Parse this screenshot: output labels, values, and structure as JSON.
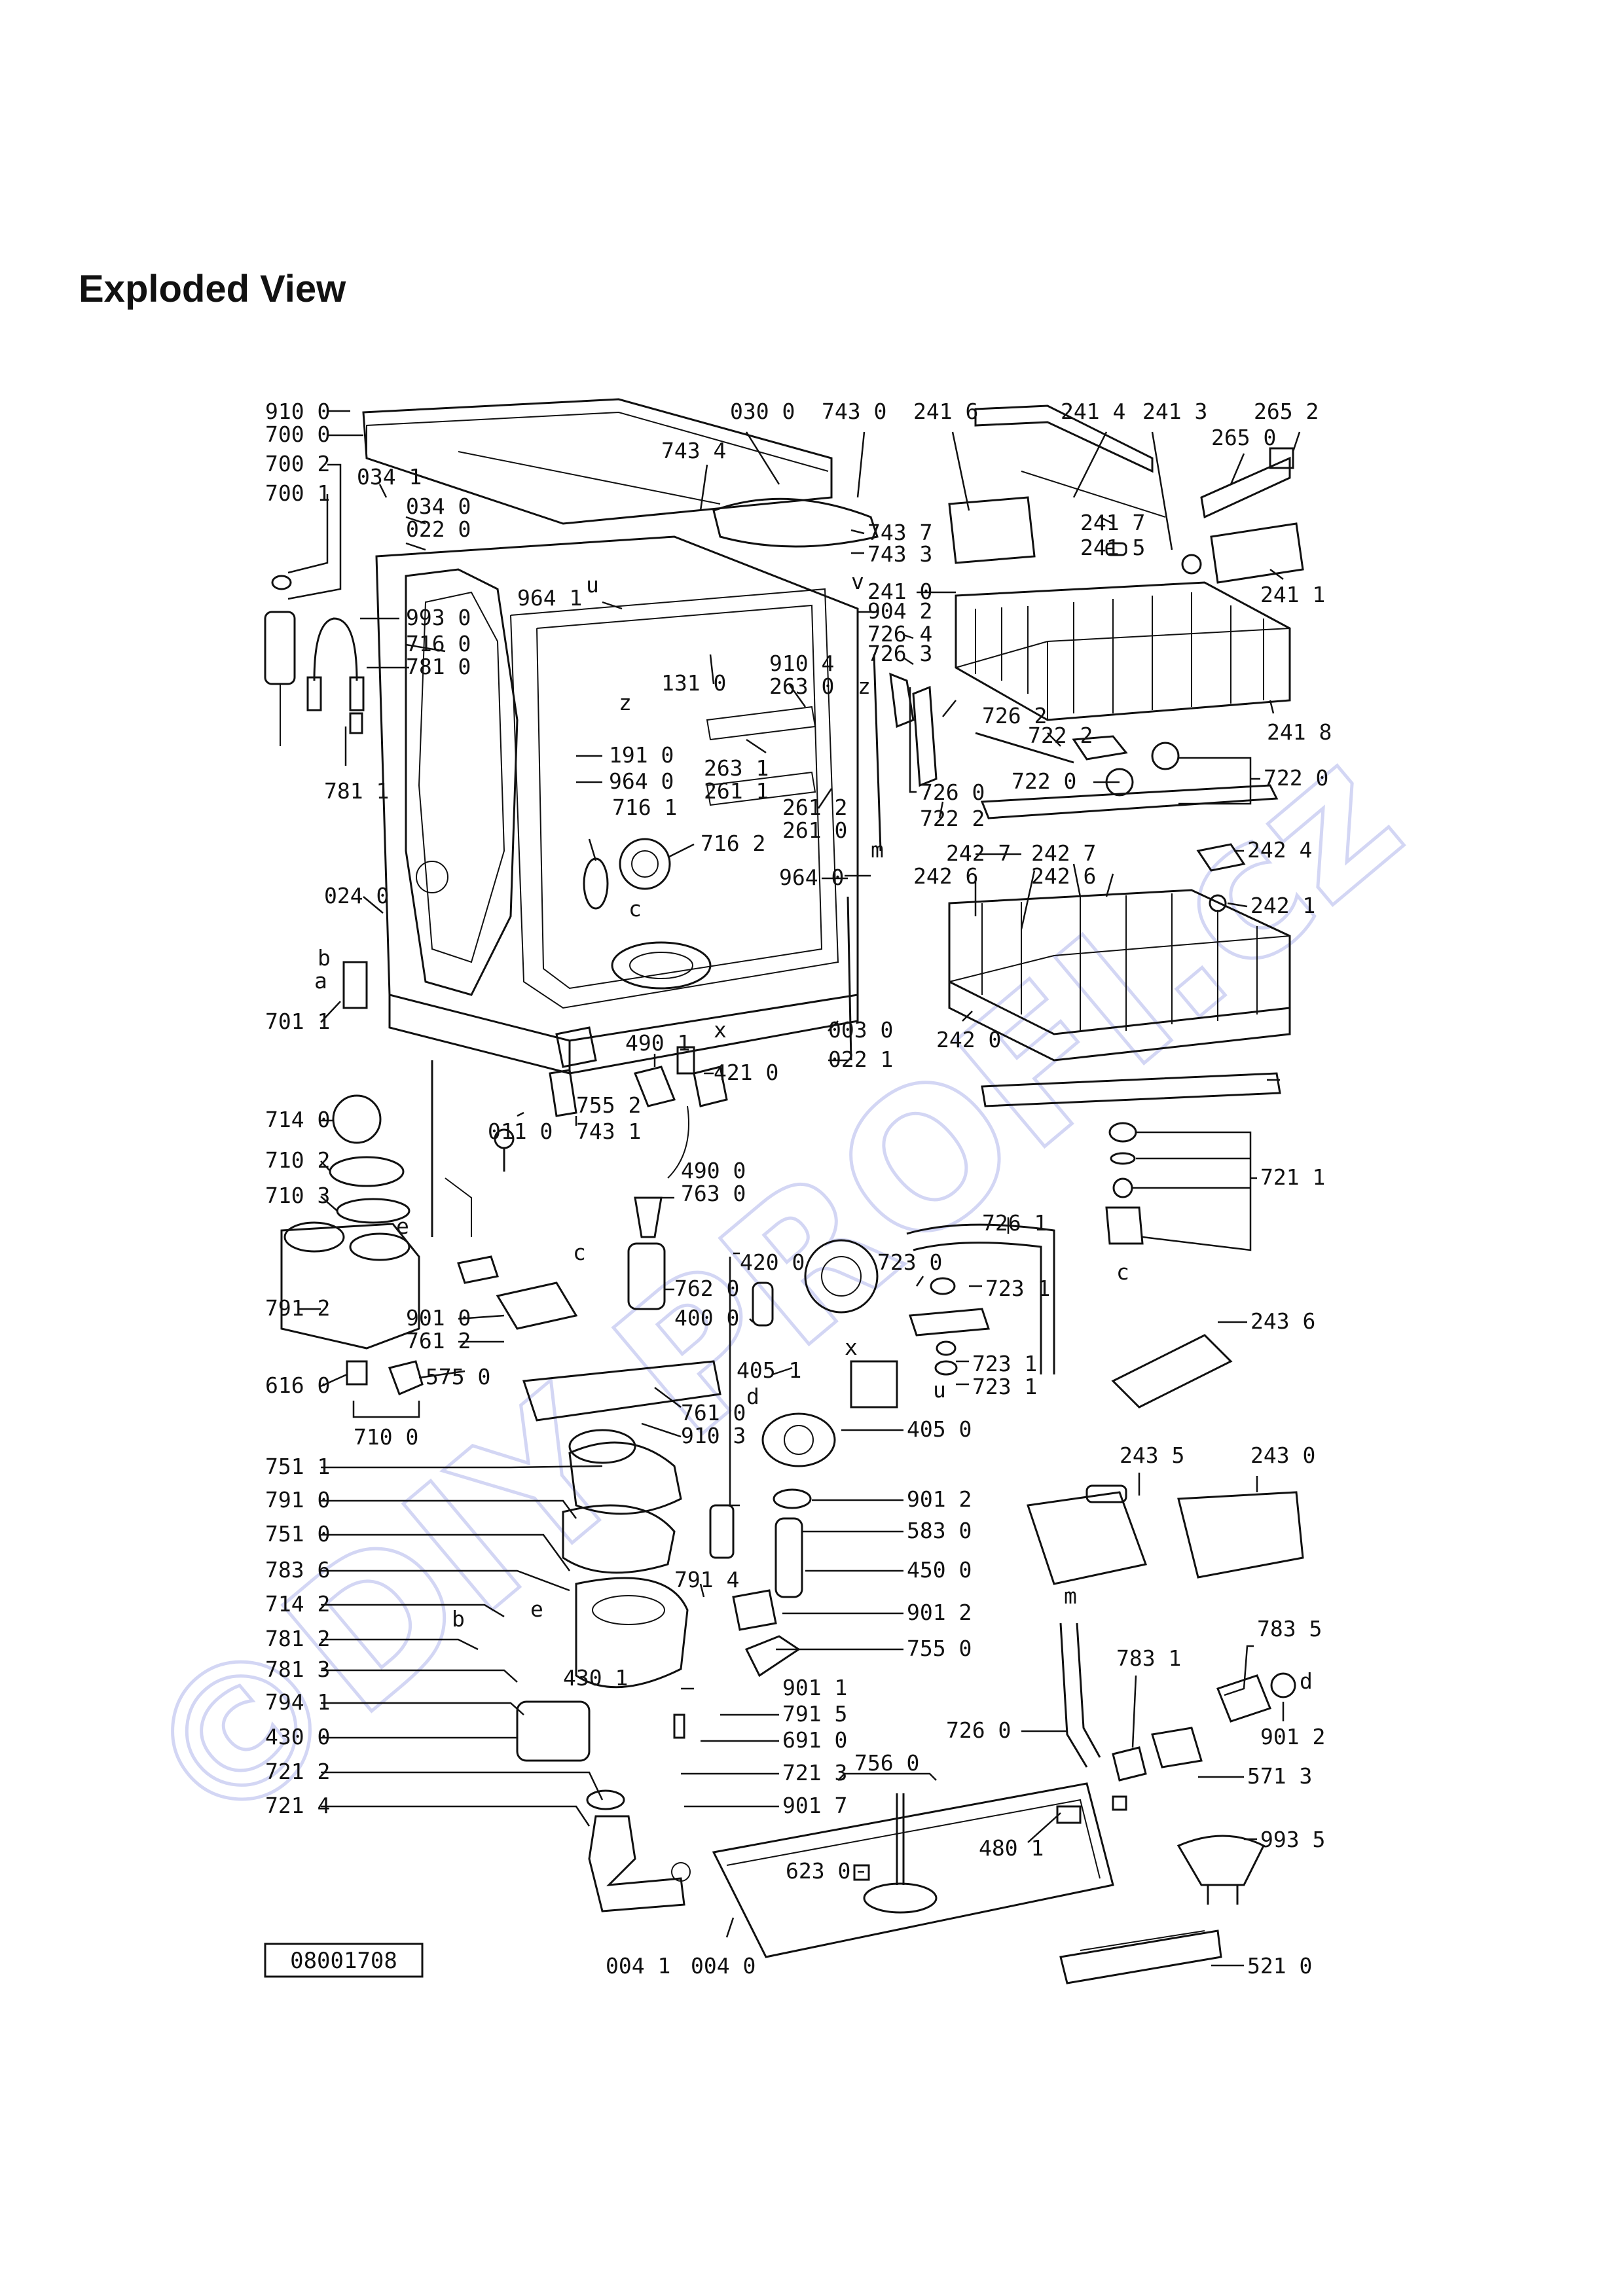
{
  "title": "Exploded View",
  "drawing_number": "08001708",
  "watermark": "©DIY PROFI.cz",
  "labels": {
    "left": [
      "910 0",
      "700 0",
      "700 2",
      "700 1",
      "034 1",
      "034 0",
      "022 0",
      "993 0",
      "716 0",
      "781 0",
      "781 1",
      "024 0",
      "701 1",
      "714 0",
      "710 2",
      "710 3",
      "791 2",
      "616 0",
      "710 0",
      "901 0",
      "761 2",
      "575 0",
      "751 1",
      "791 0",
      "751 0",
      "783 6",
      "714 2",
      "781 2",
      "781 3",
      "794 1",
      "430 0",
      "721 2",
      "721 4",
      "004 1",
      "004 0"
    ],
    "center": [
      "030 0",
      "743 4",
      "964 1",
      "131 0",
      "910 4",
      "263 0",
      "191 0",
      "964 0",
      "716 1",
      "716 2",
      "263 1",
      "261 1",
      "261 2",
      "261 0",
      "964 0",
      "003 0",
      "022 1",
      "490 1",
      "421 0",
      "755 2",
      "743 1",
      "011 0",
      "490 0",
      "763 0",
      "762 0",
      "420 0",
      "400 0",
      "405 1",
      "405 0",
      "761 0",
      "910 3",
      "901 2",
      "583 0",
      "450 0",
      "791 4",
      "901 2",
      "755 0",
      "901 1",
      "430 1",
      "791 5",
      "691 0",
      "721 3",
      "901 7",
      "756 0",
      "623 0",
      "480 1"
    ],
    "right": [
      "743 0",
      "743 7",
      "743 3",
      "241 0",
      "904 2",
      "726 4",
      "726 3",
      "726 2",
      "722 2",
      "726 0",
      "722 2",
      "241 6",
      "241 4",
      "241 3",
      "265 2",
      "265 0",
      "241 7",
      "241 5",
      "241 1",
      "241 8",
      "722 0",
      "722 0",
      "242 7",
      "242 6",
      "242 7",
      "242 6",
      "242 4",
      "242 1",
      "242 0",
      "721 1",
      "726 1",
      "723 0",
      "723 1",
      "723 1",
      "723 1",
      "243 6",
      "243 5",
      "243 0",
      "726 0",
      "783 1",
      "783 5",
      "901 2",
      "571 3",
      "993 5",
      "521 0"
    ]
  },
  "letter_markers": [
    "u",
    "v",
    "z",
    "z",
    "m",
    "c",
    "x",
    "a",
    "b",
    "c",
    "e",
    "d",
    "x",
    "u",
    "c",
    "b",
    "e",
    "m",
    "d"
  ]
}
